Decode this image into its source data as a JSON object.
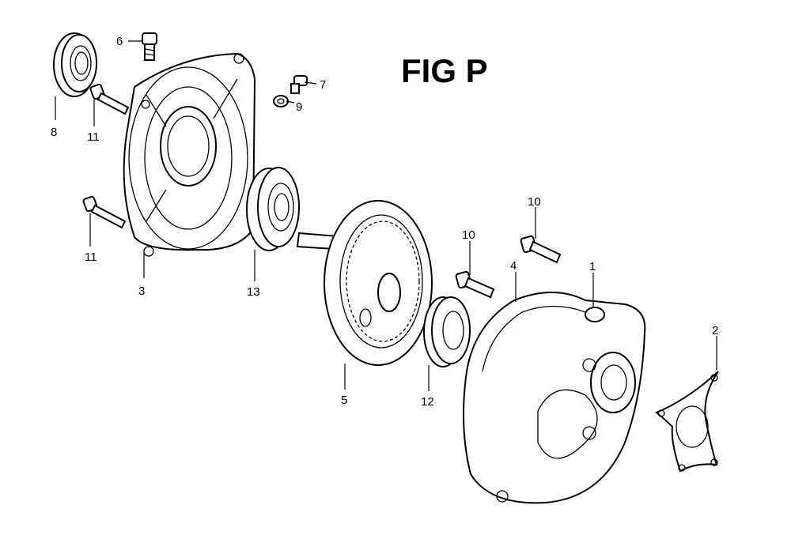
{
  "title": "FIG P",
  "callouts": {
    "c1": "1",
    "c2": "2",
    "c3": "3",
    "c4": "4",
    "c5": "5",
    "c6": "6",
    "c7": "7",
    "c8": "8",
    "c9": "9",
    "c10a": "10",
    "c10b": "10",
    "c11a": "11",
    "c11b": "11",
    "c12": "12",
    "c13": "13"
  }
}
